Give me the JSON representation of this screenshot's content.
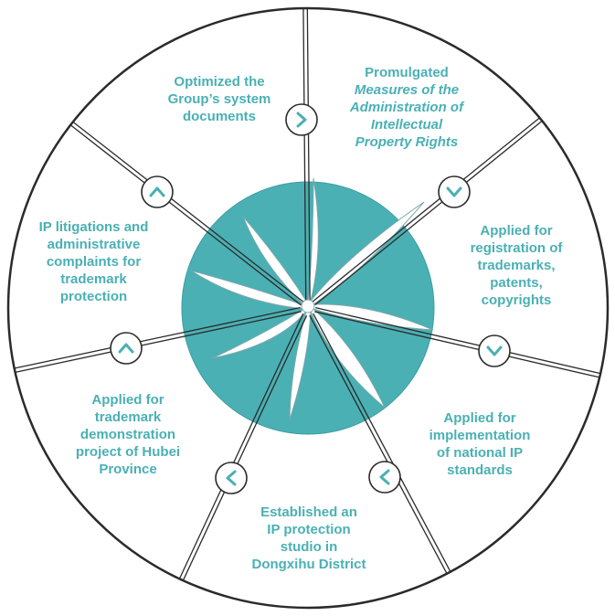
{
  "colors": {
    "accent": "#4ab0b4",
    "outline": "#2b2b2b",
    "background": "#ffffff"
  },
  "segments": [
    {
      "id": "system-documents",
      "lines": [
        "Optimized the",
        "Group’s system",
        "documents"
      ],
      "italic_lines": []
    },
    {
      "id": "ip-measures",
      "lines": [
        "Promulgated"
      ],
      "italic_lines": [
        "Measures of the",
        "Administration of",
        "Intellectual",
        "Property Rights"
      ]
    },
    {
      "id": "registration",
      "lines": [
        "Applied for",
        "registration of",
        "trademarks,",
        "patents,",
        "copyrights"
      ],
      "italic_lines": []
    },
    {
      "id": "national-standards",
      "lines": [
        "Applied for",
        "implementation",
        "of national IP",
        "standards"
      ],
      "italic_lines": []
    },
    {
      "id": "ip-studio",
      "lines": [
        "Established an",
        "IP protection",
        "studio in",
        "Dongxihu District"
      ],
      "italic_lines": []
    },
    {
      "id": "hubei-demo",
      "lines": [
        "Applied for",
        "trademark",
        "demonstration",
        "project of Hubei",
        "Province"
      ],
      "italic_lines": []
    },
    {
      "id": "litigation",
      "lines": [
        "IP litigations and",
        "administrative",
        "complaints for",
        "trademark",
        "protection"
      ],
      "italic_lines": []
    }
  ],
  "icons": {
    "arrow": "chevron-icon"
  }
}
